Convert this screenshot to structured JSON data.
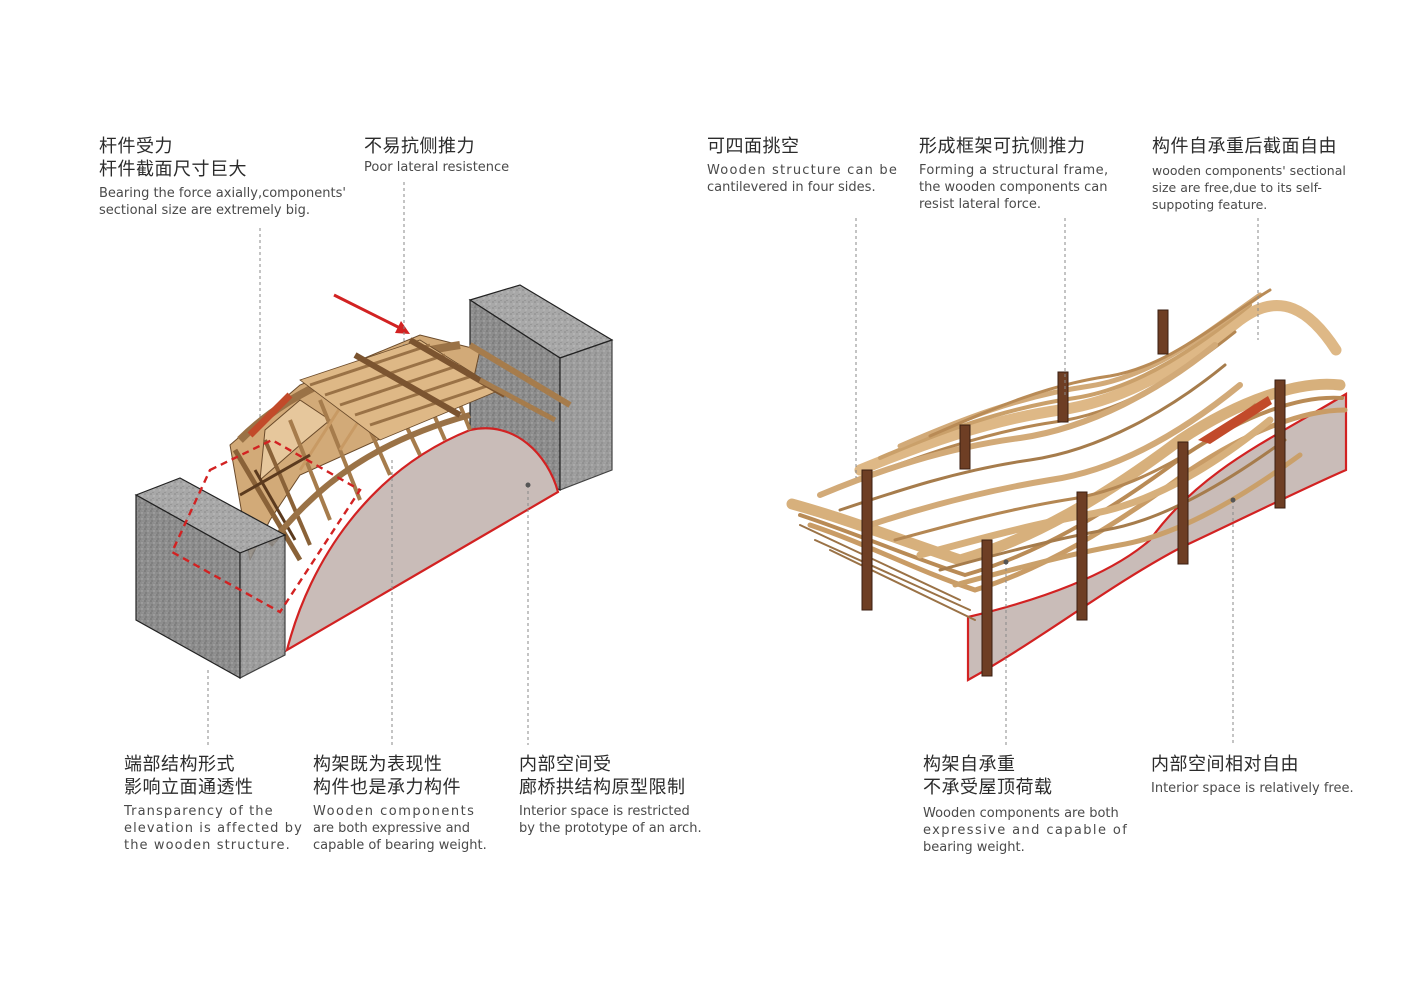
{
  "left_diagram": {
    "annotations": [
      {
        "zh": [
          "杆件受力",
          "杆件截面尺寸巨大"
        ],
        "en": [
          "Bearing the force axially,components'",
          "sectional size are extremely big."
        ]
      },
      {
        "zh": [
          "不易抗侧推力"
        ],
        "en": [
          "Poor lateral resistence"
        ]
      },
      {
        "zh": [
          "端部结构形式",
          "影响立面通透性"
        ],
        "en": [
          "Transparency of the",
          "elevation is affected by",
          "the wooden structure."
        ]
      },
      {
        "zh": [
          "构架既为表现性",
          "构件也是承力构件"
        ],
        "en": [
          "Wooden components",
          "are both expressive and",
          "capable of bearing weight."
        ]
      },
      {
        "zh": [
          "内部空间受",
          "廊桥拱结构原型限制"
        ],
        "en": [
          "Interior space is restricted",
          "by the prototype of an arch."
        ]
      }
    ]
  },
  "right_diagram": {
    "annotations": [
      {
        "zh": [
          "可四面挑空"
        ],
        "en": [
          "Wooden structure can be",
          "cantilevered in four sides."
        ]
      },
      {
        "zh": [
          "形成框架可抗侧推力"
        ],
        "en": [
          "Forming a structural frame,",
          "the wooden components can",
          "resist lateral force."
        ]
      },
      {
        "zh": [
          "构件自承重后截面自由"
        ],
        "en": [
          "wooden components' sectional",
          "size are free,due to its self-",
          "suppoting feature."
        ]
      },
      {
        "zh": [
          "构架自承重",
          "不承受屋顶荷载"
        ],
        "en": [
          "Wooden components are both",
          "expressive and capable of",
          "bearing weight."
        ]
      },
      {
        "zh": [
          "内部空间相对自由"
        ],
        "en": [
          "Interior space is relatively free."
        ]
      }
    ]
  },
  "colors": {
    "wood": "#d2aa78",
    "wood_dark": "#9a7246",
    "wood_light": "#e6c79c",
    "stone": "#8d8d8d",
    "arch_fill": "#c9bcb8",
    "accent_red": "#d22222",
    "post": "#6e3e24",
    "leader": "#888888"
  }
}
